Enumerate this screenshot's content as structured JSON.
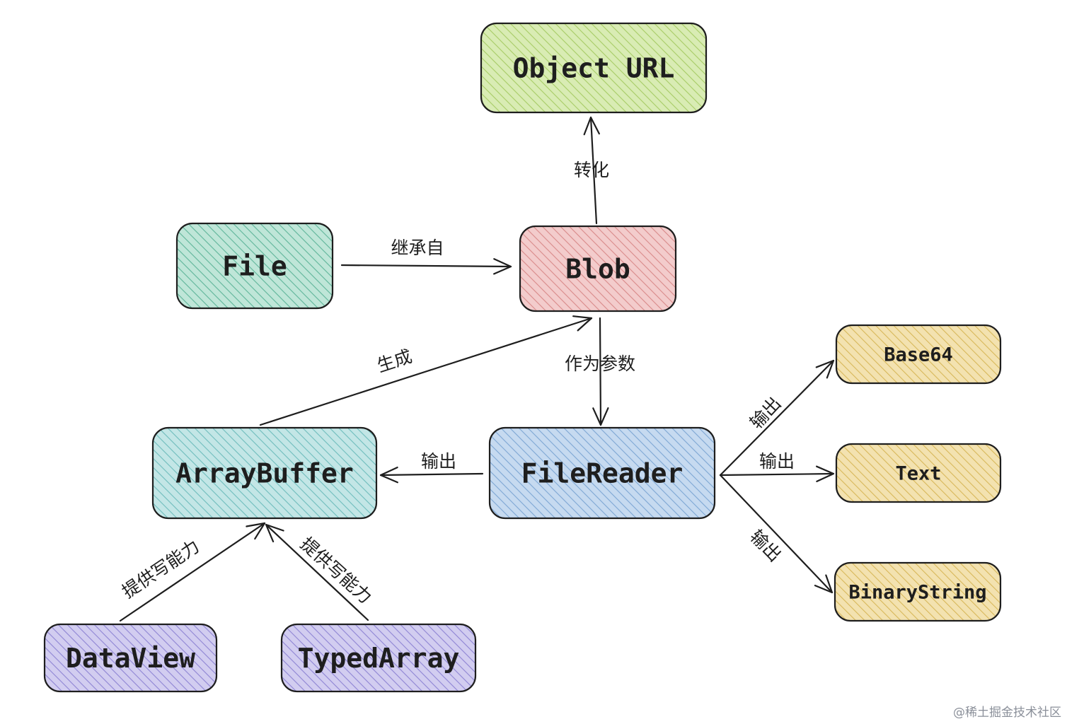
{
  "diagram": {
    "nodes": [
      {
        "id": "objecturl",
        "label": "Object URL",
        "fill": "#d9ecb4",
        "hatch": "#a7cc66"
      },
      {
        "id": "file",
        "label": "File",
        "fill": "#bfe6d8",
        "hatch": "#5fb59a"
      },
      {
        "id": "blob",
        "label": "Blob",
        "fill": "#f3cccc",
        "hatch": "#d98a8a"
      },
      {
        "id": "base64",
        "label": "Base64",
        "fill": "#f3e2b0",
        "hatch": "#d8b85a"
      },
      {
        "id": "arraybuffer",
        "label": "ArrayBuffer",
        "fill": "#c3e6e6",
        "hatch": "#6fbdbd"
      },
      {
        "id": "filereader",
        "label": "FileReader",
        "fill": "#c6daf0",
        "hatch": "#7ea7d4"
      },
      {
        "id": "text",
        "label": "Text",
        "fill": "#f3e2b0",
        "hatch": "#d8b85a"
      },
      {
        "id": "binarystring",
        "label": "BinaryString",
        "fill": "#f3e2b0",
        "hatch": "#d8b85a"
      },
      {
        "id": "dataview",
        "label": "DataView",
        "fill": "#d2cdf0",
        "hatch": "#8f85d4"
      },
      {
        "id": "typedarray",
        "label": "TypedArray",
        "fill": "#d2cdf0",
        "hatch": "#8f85d4"
      }
    ],
    "edges": [
      {
        "id": "blob-to-objecturl",
        "label": "转化"
      },
      {
        "id": "file-to-blob",
        "label": "继承自"
      },
      {
        "id": "arraybuffer-to-blob",
        "label": "生成"
      },
      {
        "id": "blob-to-filereader",
        "label": "作为参数"
      },
      {
        "id": "filereader-to-arraybuffer",
        "label": "输出"
      },
      {
        "id": "filereader-to-base64",
        "label": "输出"
      },
      {
        "id": "filereader-to-text",
        "label": "输出"
      },
      {
        "id": "filereader-to-binarystring",
        "label": "输出"
      },
      {
        "id": "dataview-to-arraybuffer",
        "label": "提供写能力"
      },
      {
        "id": "typedarray-to-arraybuffer",
        "label": "提供写能力"
      }
    ]
  },
  "watermark": "@稀土掘金技术社区"
}
